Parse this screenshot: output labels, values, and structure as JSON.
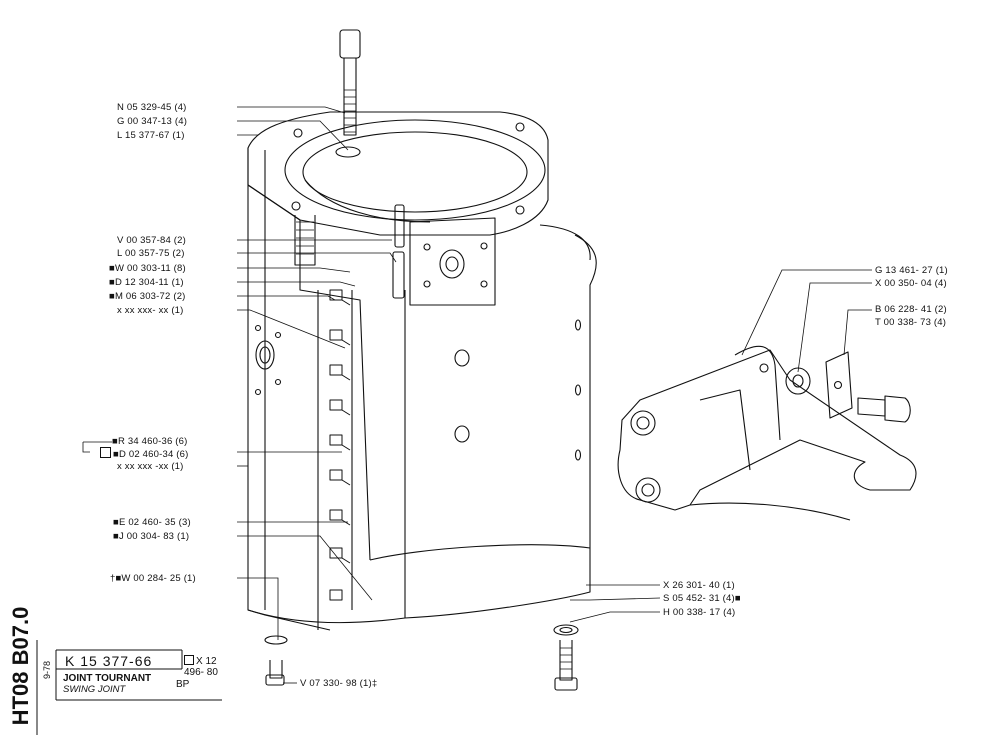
{
  "labels": [
    {
      "id": "l1",
      "prefix": "",
      "text": "N 05 329-45 (4)",
      "suffix": ""
    },
    {
      "id": "l2",
      "prefix": "",
      "text": "G 00 347-13 (4)",
      "suffix": ""
    },
    {
      "id": "l3",
      "prefix": "",
      "text": "L 15 377-67 (1)",
      "suffix": ""
    },
    {
      "id": "l4",
      "prefix": "",
      "text": "V 00 357-84 (2)",
      "suffix": ""
    },
    {
      "id": "l5",
      "prefix": "",
      "text": "L 00 357-75 (2)",
      "suffix": ""
    },
    {
      "id": "l6",
      "prefix": "■",
      "text": "W 00 303-11 (8)",
      "suffix": ""
    },
    {
      "id": "l7",
      "prefix": "■",
      "text": "D 12 304-11 (1)",
      "suffix": ""
    },
    {
      "id": "l8",
      "prefix": "■",
      "text": "M 06 303-72 (2)",
      "suffix": ""
    },
    {
      "id": "l9",
      "prefix": "",
      "text": "x xx xxx- xx (1)",
      "suffix": ""
    },
    {
      "id": "l10",
      "prefix": "■",
      "text": "R 34 460-36 (6)",
      "suffix": ""
    },
    {
      "id": "l11",
      "prefix": "■",
      "text": "D 02 460-34 (6)",
      "suffix": ""
    },
    {
      "id": "l12",
      "prefix": "",
      "text": "x xx xxx -xx (1)",
      "suffix": ""
    },
    {
      "id": "l13",
      "prefix": "■",
      "text": "E 02 460- 35 (3)",
      "suffix": ""
    },
    {
      "id": "l14",
      "prefix": "■",
      "text": "J 00 304- 83 (1)",
      "suffix": ""
    },
    {
      "id": "l15",
      "prefix": "†■",
      "text": "W 00 284- 25 (1)",
      "suffix": ""
    },
    {
      "id": "l16",
      "prefix": "",
      "text": "V 07 330- 98 (1)",
      "suffix": "‡"
    },
    {
      "id": "l17",
      "prefix": "",
      "text": "G 13 461- 27 (1)",
      "suffix": ""
    },
    {
      "id": "l18",
      "prefix": "",
      "text": "X 00 350- 04 (4)",
      "suffix": ""
    },
    {
      "id": "l19",
      "prefix": "",
      "text": "B 06 228- 41 (2)",
      "suffix": ""
    },
    {
      "id": "l20",
      "prefix": "",
      "text": "T 00 338- 73 (4)",
      "suffix": ""
    },
    {
      "id": "l21",
      "prefix": "",
      "text": "X 26 301- 40 (1)",
      "suffix": ""
    },
    {
      "id": "l22",
      "prefix": "",
      "text": "S 05 452- 31 (4)",
      "suffix": "■"
    },
    {
      "id": "l23",
      "prefix": "",
      "text": "H 00 338- 17 (4)",
      "suffix": ""
    }
  ],
  "title_block": {
    "doc_id": "HT08 B07.0",
    "date": "9-78",
    "part_number": "K 15  377-66",
    "alt_part": "X 12 496- 80",
    "title_fr": "JOINT TOURNANT",
    "title_en": "SWING JOINT",
    "code": "BP"
  }
}
